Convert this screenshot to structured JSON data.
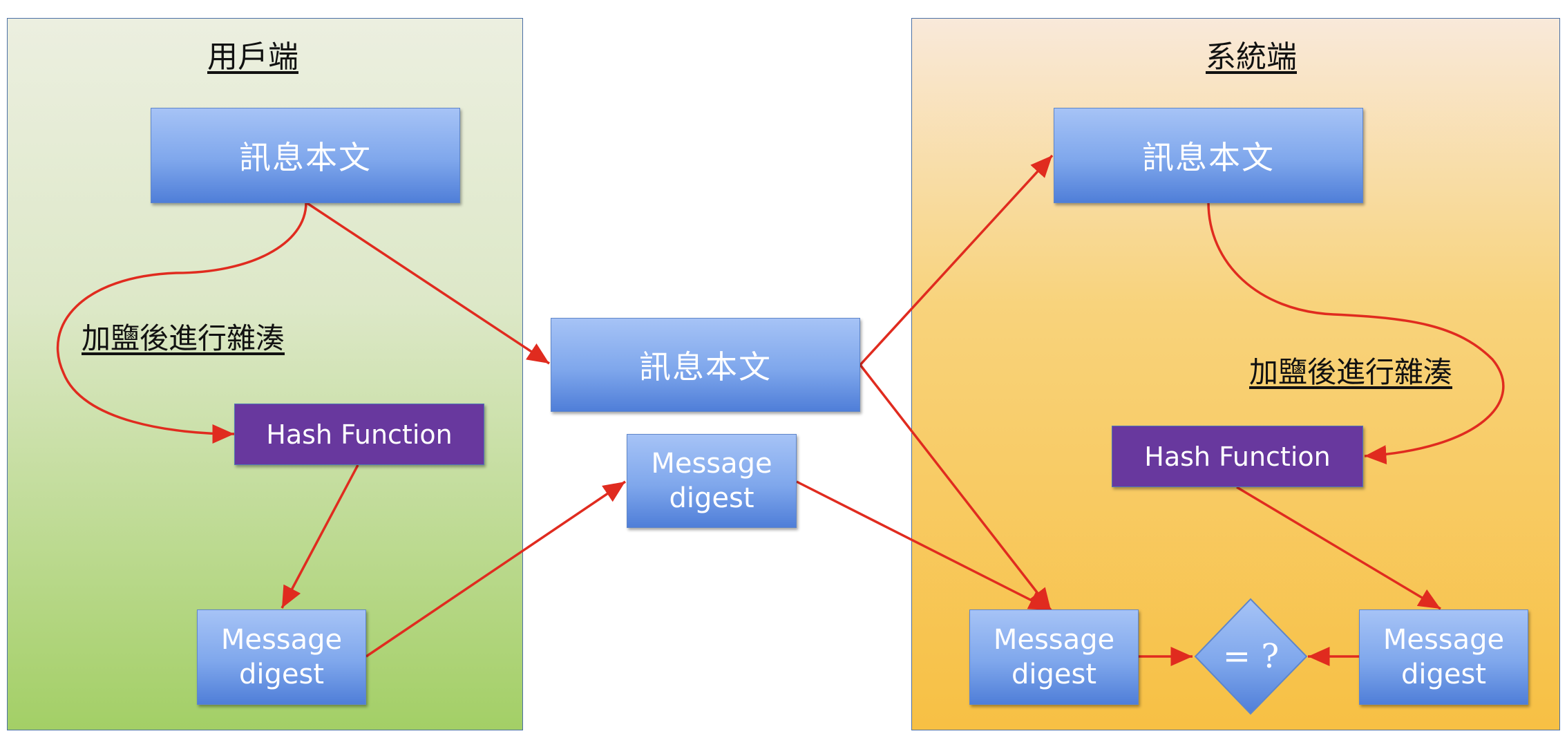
{
  "colors": {
    "arrow": "#e02b1f",
    "box_blue": "#7fa7ec",
    "box_purple": "#68389e",
    "client_panel": "#a3cf66",
    "server_panel": "#f7c044"
  },
  "client": {
    "title": "用戶端",
    "message_box": "訊息本文",
    "salt_note": "加鹽後進行雜湊",
    "hash_function": "Hash Function",
    "digest_line1": "Message",
    "digest_line2": "digest"
  },
  "transit": {
    "message_box": "訊息本文",
    "digest_line1": "Message",
    "digest_line2": "digest"
  },
  "server": {
    "title": "系統端",
    "message_box": "訊息本文",
    "salt_note": "加鹽後進行雜湊",
    "hash_function": "Hash Function",
    "received_digest_line1": "Message",
    "received_digest_line2": "digest",
    "computed_digest_line1": "Message",
    "computed_digest_line2": "digest",
    "compare_label": "= ?"
  }
}
